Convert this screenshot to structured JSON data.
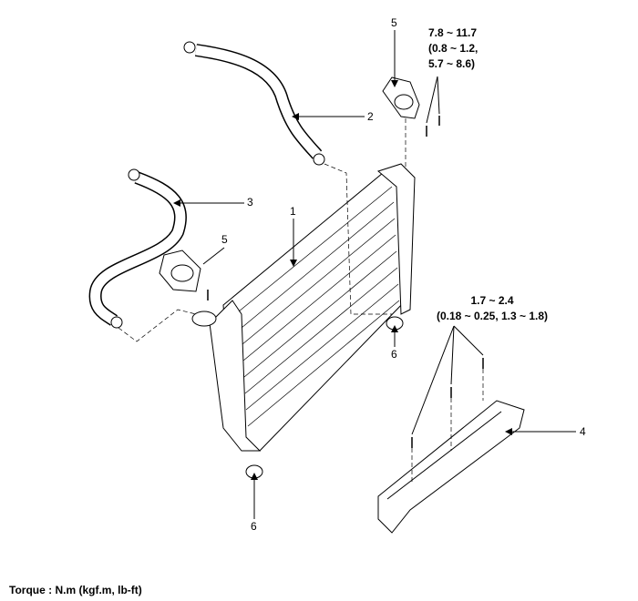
{
  "callouts": {
    "radiator": "1",
    "upper_hose": "2",
    "lower_hose": "3",
    "lower_cover": "4",
    "bracket_upper": "5",
    "bracket_lower": "5",
    "insulator_right": "6",
    "insulator_bottom": "6"
  },
  "torque_bracket": [
    "7.8 ~ 11.7",
    "(0.8 ~ 1.2,",
    "5.7 ~ 8.6)"
  ],
  "torque_cover": [
    "1.7 ~ 2.4",
    "(0.18 ~ 0.25, 1.3 ~ 1.8)"
  ],
  "footer": "Torque : N.m (kgf.m, lb-ft)"
}
